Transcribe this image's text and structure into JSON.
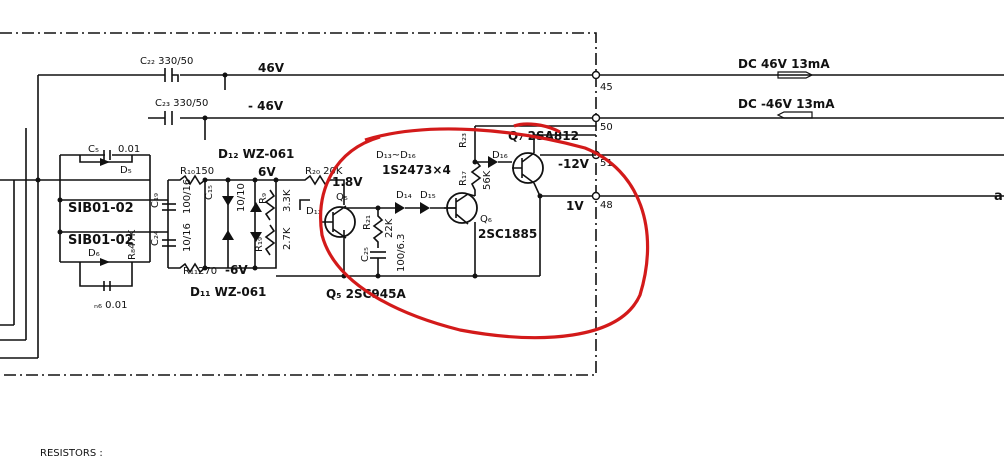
{
  "rails": {
    "pos_label": "46V",
    "neg_label": "- 46V",
    "pos_dc": "DC 46V 13mA",
    "neg_dc": "DC -46V 13mA",
    "c22": "C₂₂ 330/50",
    "c23": "C₂₃ 330/50"
  },
  "terminals": [
    "45",
    "50",
    "51",
    "48"
  ],
  "rectifier": {
    "c5": "C₅",
    "c5_val": "0.01",
    "c6": "ₙ₆ 0.01",
    "d5": "D₅",
    "d6": "D₆",
    "bridge_top": "SIB01-02",
    "bridge_bot": "SIB01-02",
    "r_left": "R₈47K"
  },
  "regulator": {
    "r10": "R₁₀150",
    "r11": "R₁₁270",
    "d11": "D₁₁ WZ-061",
    "d12": "D₁₂ WZ-061",
    "v_pos": "6V",
    "v_neg": "-6V",
    "c19": "C₁₉",
    "c24": "C₂₄",
    "c_val_top": "100/16",
    "c_val_bot": "10/16",
    "c15": "C₁₅",
    "c15_val": "10/10",
    "r9": "R₉",
    "r9_val": "3.3K",
    "r19": "R₁₉",
    "r19_val": "2.7K",
    "r10b": "3.3K"
  },
  "bias": {
    "r20": "R₂₀ 20K",
    "v18": "1.8V",
    "d13": "D₁₃",
    "d14": "D₁₄",
    "d15": "D₁₅",
    "diodes": "D₁₃~D₁₆",
    "diode_part": "1S2473×4",
    "q5": "Q₅",
    "q5_part": "Q₅ 2SC945A",
    "r21": "R₂₁",
    "r21_val": "22K",
    "c25": "C₂₅",
    "c25_val": "100/6.3",
    "r17": "R₁₇",
    "r17_val": "56K",
    "q6": "Q₆",
    "q6_part": "2SC1885",
    "q7_part": "Q₇ 2SA812",
    "d16": "D₁₆",
    "r23": "R₂₃",
    "v_minus12": "-12V",
    "v_1": "1V"
  },
  "footer": {
    "resistors": "RESISTORS :"
  },
  "colors": {
    "ink": "#111111",
    "highlight": "#d31a1a"
  }
}
